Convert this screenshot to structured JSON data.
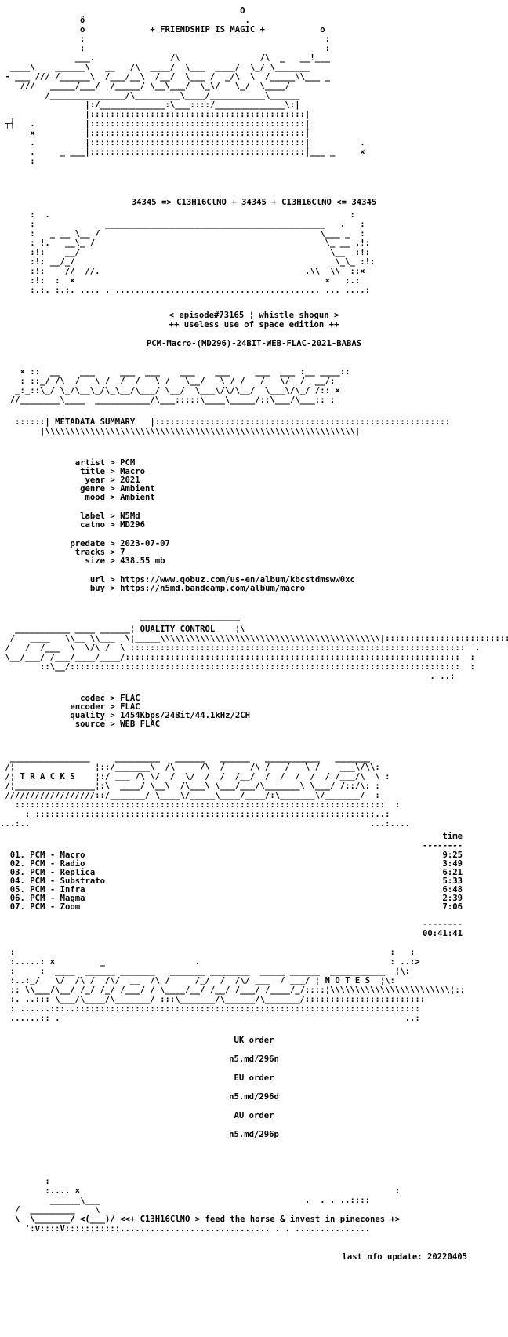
{
  "header": {
    "art": [
      "                                                O",
      "                ô                                .",
      "                o             + FRIENDSHIP IS MAGIC +           o",
      "                :                                                :",
      "                :                                                :",
      "               ___.               /\\                /\\  _   __!___",
      "  ____\\    ______\\   __   /\\  ____/  \\___  ____/  \\_/ \\_______",
      " - ___ /// /______\\  /___/__\\  /__/  \\___ /  _/\\  \\  /_____\\\\___ _",
      "    ///   _____/___/  /_____/ \\__\\___/  \\_\\/   \\_/  \\____/  ",
      "         /_______________/\\_________\\____/___________\\______",
      "                 |:/_____________:\\___::::/______________\\:|",
      "                 |:::::::::::::::::::::::::::::::::::::::::::|",
      " ┬┤   .          |:::::::::::::::::::::::::::::::::::::::::::|",
      "      ×          |:::::::::::::::::::::::::::::::::::::::::::|",
      "      .          |:::::::::::::::::::::::::::::::::::::::::::|          .",
      "      .     _ ___|:::::::::::::::::::::::::::::::::::::::::::|___ _     ×",
      "      :"
    ],
    "formula": "34345 => C13H16ClNO + 34345 + C13H16ClNO <= 34345",
    "art_bottom": [
      "      :  .                                                            :",
      "      :              ____________________________________________   .   :",
      "      :   _ __ \\__ /                                            \\___ _  :",
      "      : !.   __\\_ /                                              \\_ __ .!:",
      "      :!:    __/                                                  \\__  :!:",
      "      :!: __/_/                                                    \\_\\_ :!:",
      "      :!:    //  //.                                         .\\\\  \\\\  ::×",
      "      :!:  :  ×                                                  ×   :.:",
      "      :.:. :.:. .... . ......................................... ... ....:"
    ]
  },
  "release": {
    "episode_line": "< episode#73165 ¦ whistle shogun >",
    "edition_line": "++ useless use of space edition ++",
    "release_name": "PCM-Macro-(MD296)-24BIT-WEB-FLAC-2021-BABAS"
  },
  "metadata_banner": {
    "art_top": [
      "    × ::  __    ___     ___  ___    ___    ___     ___  ___ :__ ____::",
      "    : ::_/ /\\  /   \\ /  /  /   \\ /   \\__/   \\ / /   /   \\/  /  __/:",
      "   _:_::\\_/ \\_/\\__\\_/\\_\\__/\\___/ \\__/  \\___\\/\\/\\__/  \\___\\/\\_/ /:: ×",
      "  //________\\____  ___________/\\___:::::\\____\\_____/::\\___/\\___:: :"
    ],
    "title": "METADATA SUMMARY",
    "art_bottom": [
      "   ::::::| ",
      "    .    |\\\\\\\\\\\\\\\\\\\\\\\\\\\\\\\\\\\\\\\\\\\\\\\\\\\\\\\\\\\\\\\\\\\\|"
    ]
  },
  "metadata": {
    "groups": [
      [
        {
          "key": "artist",
          "value": "PCM"
        },
        {
          "key": "title",
          "value": "Macro"
        },
        {
          "key": "year",
          "value": "2021"
        },
        {
          "key": "genre",
          "value": "Ambient"
        },
        {
          "key": "mood",
          "value": "Ambient"
        }
      ],
      [
        {
          "key": "label",
          "value": "N5Md"
        },
        {
          "key": "catno",
          "value": "MD296"
        }
      ],
      [
        {
          "key": "predate",
          "value": "2023-07-07"
        },
        {
          "key": "tracks",
          "value": "7"
        },
        {
          "key": "size",
          "value": "438.55 mb"
        }
      ],
      [
        {
          "key": "url",
          "value": "https://www.qobuz.com/us-en/album/kbcstdmsww0xc"
        },
        {
          "key": "buy",
          "value": "https://n5md.bandcamp.com/album/macro"
        }
      ]
    ]
  },
  "quality_banner": {
    "title": "QUALITY CONTROL",
    "art": [
      "                           ____________________",
      "   ___________ ____ ______¦                    ¦\\",
      "  /   ____   \\\\__ \\\\___  \\¦   ",
      " /   /  /___  \\  \\/\\ /  \\ ¦_____\\\\\\\\\\\\\\\\\\\\\\\\\\\\\\\\\\\\\\\\\\|::::::::::::::::::::::::::::::::::::::::",
      " \\__/___/ /___/____/____/:::::::::::::::::::::::::::::::::::::::::::::::::::::::::::  .",
      "        ::\\__/::::::::::::::::::::::::::::::::::::::::::::::::::::::::::::::::::::::  :",
      "                                                                               . ..:"
    ]
  },
  "quality": {
    "rows": [
      {
        "key": "codec",
        "value": "FLAC"
      },
      {
        "key": "encoder",
        "value": "FLAC"
      },
      {
        "key": "quality",
        "value": "1454Kbps/24Bit/44.1kHz/2CH"
      },
      {
        "key": "source",
        "value": "WEB FLAC"
      }
    ]
  },
  "tracks_banner": {
    "title": "T R A C K S",
    "art": [
      "  ________________     _________   ______   ______   ___________   _______",
      " /¦                ¦::/_______\\  /\\     /\\  /     /\\ /   /   \\ /    ___\\/\\\\:",
      " /¦ ",
      " /¦________________¦:\\  ____/ \\__\\  /\\___\\ \\___/___/\\_______\\ \\___/ /::/\\: :",
      " //////////////////::/_______/ \\____\\/_____\\____/____/:\\_______\\/_______/  :",
      "   ::::::::::::::::::::::::::::::::::::::::::::::::::::::::::::::::::::::::::  :",
      "     : ::::::::::::::::::::::::::::::::::::::::::::::::::::::::::::::::::::..:",
      " ...:..                                                                         ...:...."
    ]
  },
  "tracks": {
    "header": "time",
    "list": [
      {
        "num": "01.",
        "artist": "PCM",
        "title": "Macro",
        "time": "9:25"
      },
      {
        "num": "02.",
        "artist": "PCM",
        "title": "Radio",
        "time": "3:49"
      },
      {
        "num": "03.",
        "artist": "PCM",
        "title": "Replica",
        "time": "6:21"
      },
      {
        "num": "04.",
        "artist": "PCM",
        "title": "Substrato",
        "time": "5:33"
      },
      {
        "num": "05.",
        "artist": "PCM",
        "title": "Infra",
        "time": "6:48"
      },
      {
        "num": "06.",
        "artist": "PCM",
        "title": "Magma",
        "time": "2:39"
      },
      {
        "num": "07.",
        "artist": "PCM",
        "title": "Zoom",
        "time": "7:06"
      }
    ],
    "total": "00:41:41"
  },
  "notes_banner": {
    "title": "N O T E S",
    "art": [
      "  :                                                                             :   :",
      "  :.....: ×         _                  .                                        : ..:>",
      "  :     :  ____  ______ _______   _______ ________  _____ ______  _____________  ¦\\:",
      "  :..:_/   \\/  /\\ /  /\\/  __  /\\ /     /_/  /  /\\/ ___  / ___/  ¦",
      "  :: \\\\___/\\__/ /_/ /_/ /___/ / \\____/__/ /__/ /___/ /____/_/:::::¦\\\\\\\\\\\\\\\\\\\\\\\\\\\\\\\\\\¦::",
      "  :. ..::: \\___/\\____/\\_______/ :::\\_______/\\______/\\_______/::::::::::::::::::::::::::",
      "  : ......:::..:::::::::::::::::::::::::::::::::::::::::::::::::::::::::::::::::::::::",
      "  ......:: .                                                                       ..:"
    ]
  },
  "notes": {
    "lines": [
      "UK order",
      "n5.md/296n",
      "EU order",
      "n5.md/296d",
      "AU order",
      "n5.md/296p"
    ]
  },
  "footer": {
    "art_top": [
      "         :",
      "         :.... ×                                                               :",
      "          ______\\___                                         .  . . ..::::",
      "   /  _________    \\                                                          ",
      "   \\  \\_______/ <(___)/"
    ],
    "slogan": "<<+ C13H16ClNO > feed the horse & invest in pinecones +>",
    "art_bottom": [
      "     ':v::::V:::::::::::.............................. . . ..............."
    ],
    "last_update": "last nfo update: 20220405"
  }
}
